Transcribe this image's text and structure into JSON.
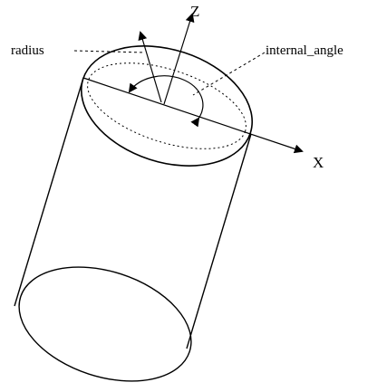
{
  "labels": {
    "radius": "radius",
    "internal_angle": "internal_angle",
    "z_axis": "Z",
    "x_axis": "X"
  },
  "colors": {
    "stroke": "#000000",
    "background": "#ffffff"
  }
}
